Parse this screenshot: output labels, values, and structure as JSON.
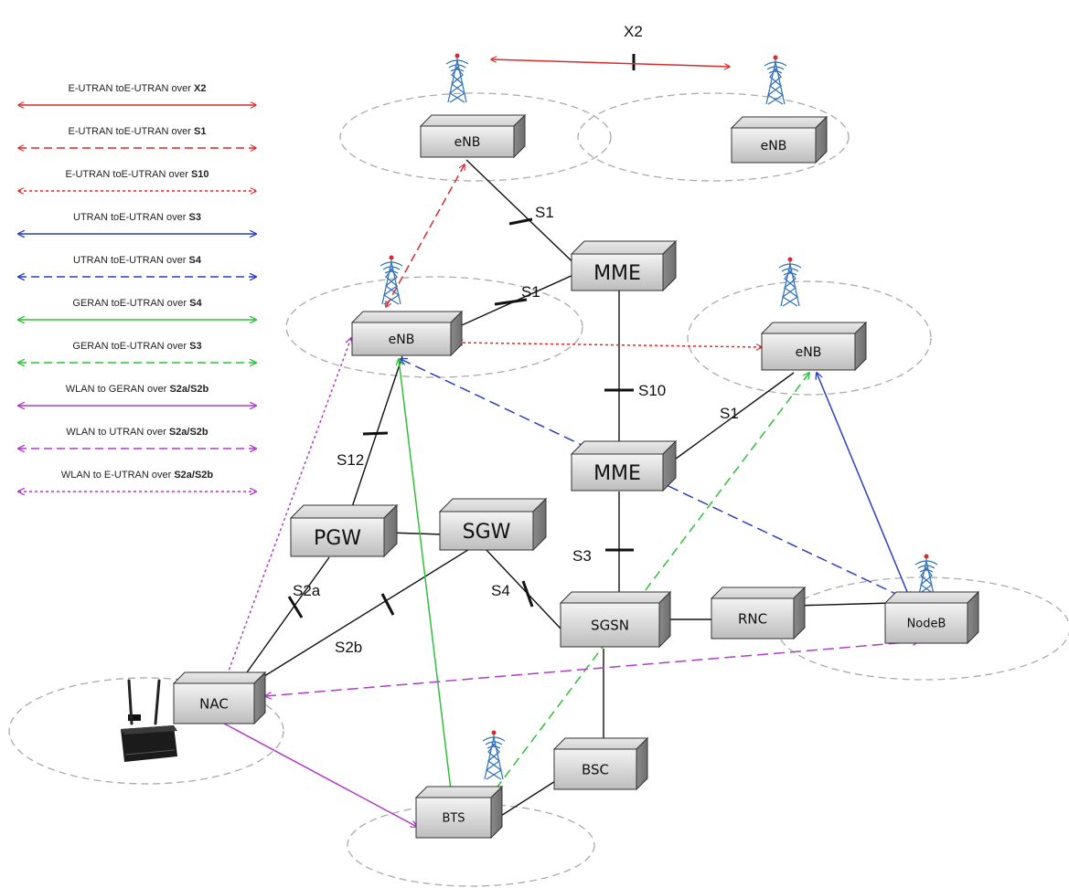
{
  "legend": [
    {
      "text": "E-UTRAN toE-UTRAN over ",
      "key": "X2",
      "color": "#d62c2c",
      "style": "solid"
    },
    {
      "text": "E-UTRAN toE-UTRAN over ",
      "key": "S1",
      "color": "#d62c2c",
      "style": "dashed"
    },
    {
      "text": "E-UTRAN toE-UTRAN over ",
      "key": "S10",
      "color": "#d62c2c",
      "style": "dotted"
    },
    {
      "text": "UTRAN toE-UTRAN over ",
      "key": "S3",
      "color": "#2c3fbf",
      "style": "solid"
    },
    {
      "text": "UTRAN toE-UTRAN over ",
      "key": "S4",
      "color": "#2c3fbf",
      "style": "dashed"
    },
    {
      "text": "GERAN toE-UTRAN over ",
      "key": "S4",
      "color": "#2fbf3a",
      "style": "solid"
    },
    {
      "text": "GERAN toE-UTRAN over ",
      "key": "S3",
      "color": "#2fbf3a",
      "style": "dashed"
    },
    {
      "text": "WLAN to GERAN over ",
      "key": "S2a/S2b",
      "color": "#b03cc8",
      "style": "solid"
    },
    {
      "text": "WLAN to UTRAN over ",
      "key": "S2a/S2b",
      "color": "#b03cc8",
      "style": "dashed"
    },
    {
      "text": "WLAN to E-UTRAN over ",
      "key": "S2a/S2b",
      "color": "#b03cc8",
      "style": "dotted"
    }
  ],
  "nodes": {
    "enb_top_left": "eNB",
    "enb_top_right": "eNB",
    "enb_mid_left": "eNB",
    "enb_mid_right": "eNB",
    "mme_top": "MME",
    "mme_bottom": "MME",
    "pgw": "PGW",
    "sgw": "SGW",
    "sgsn": "SGSN",
    "rnc": "RNC",
    "nodeb": "NodeB",
    "nac": "NAC",
    "bsc": "BSC",
    "bts": "BTS"
  },
  "interfaces": {
    "x2": "X2",
    "s1_a": "S1",
    "s1_b": "S1",
    "s1_c": "S1",
    "s10": "S10",
    "s12": "S12",
    "s3": "S3",
    "s4": "S4",
    "s2a": "S2a",
    "s2b": "S2b"
  },
  "colors": {
    "red": "#d62c2c",
    "blue": "#2c3fbf",
    "green": "#2fbf3a",
    "purple": "#b03cc8",
    "cell_outline": "#aaaaaa",
    "tower": "#2d6fb8"
  }
}
